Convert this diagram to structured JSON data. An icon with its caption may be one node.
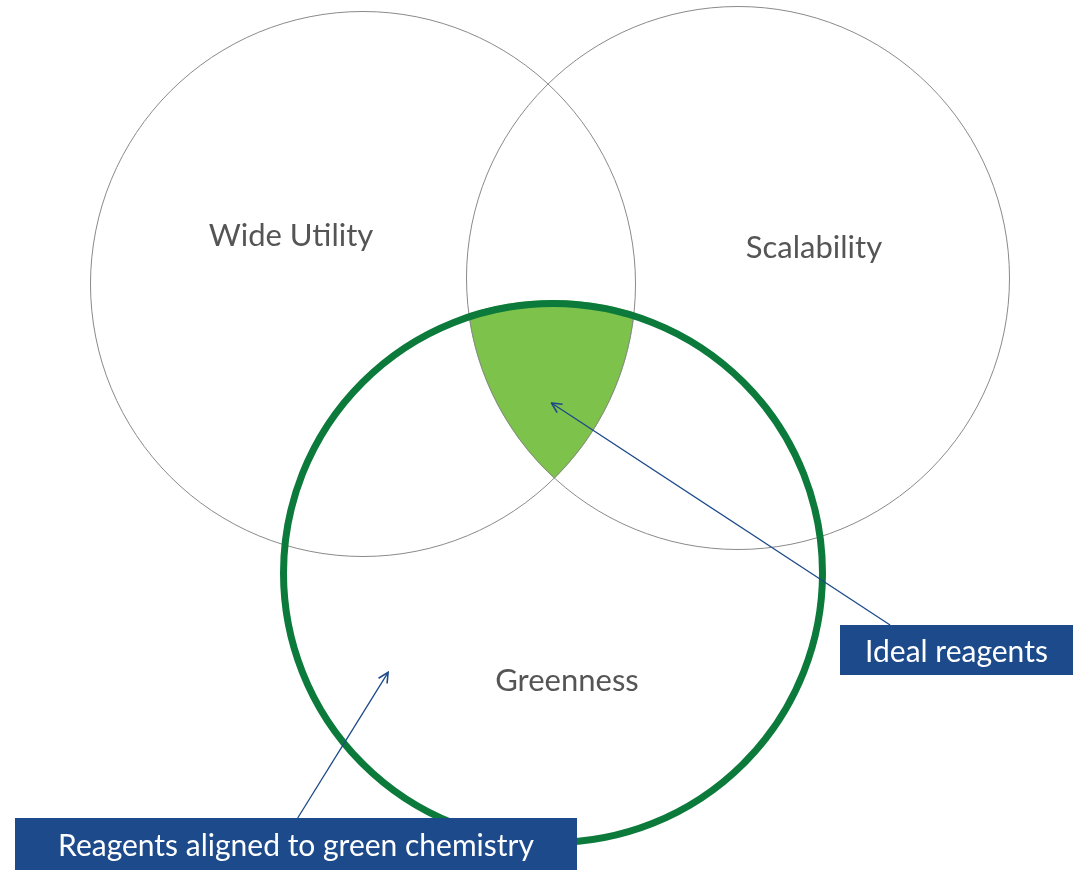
{
  "diagram": {
    "nodes": [
      {
        "text": [
          "Wide Utility"
        ]
      },
      {
        "text": [
          "Scalability"
        ]
      },
      {
        "text": [
          "Greenness"
        ]
      },
      {
        "text": [],
        "shape": "lens"
      },
      {
        "text": [
          "Ideal reagents"
        ]
      },
      {
        "text": [
          "Reagents aligned to green chemistry"
        ]
      }
    ],
    "edges": [
      {
        "from": 4,
        "to": 3,
        "arrow": "to"
      },
      {
        "from": 5,
        "to": 2,
        "arrow": "to"
      }
    ]
  }
}
